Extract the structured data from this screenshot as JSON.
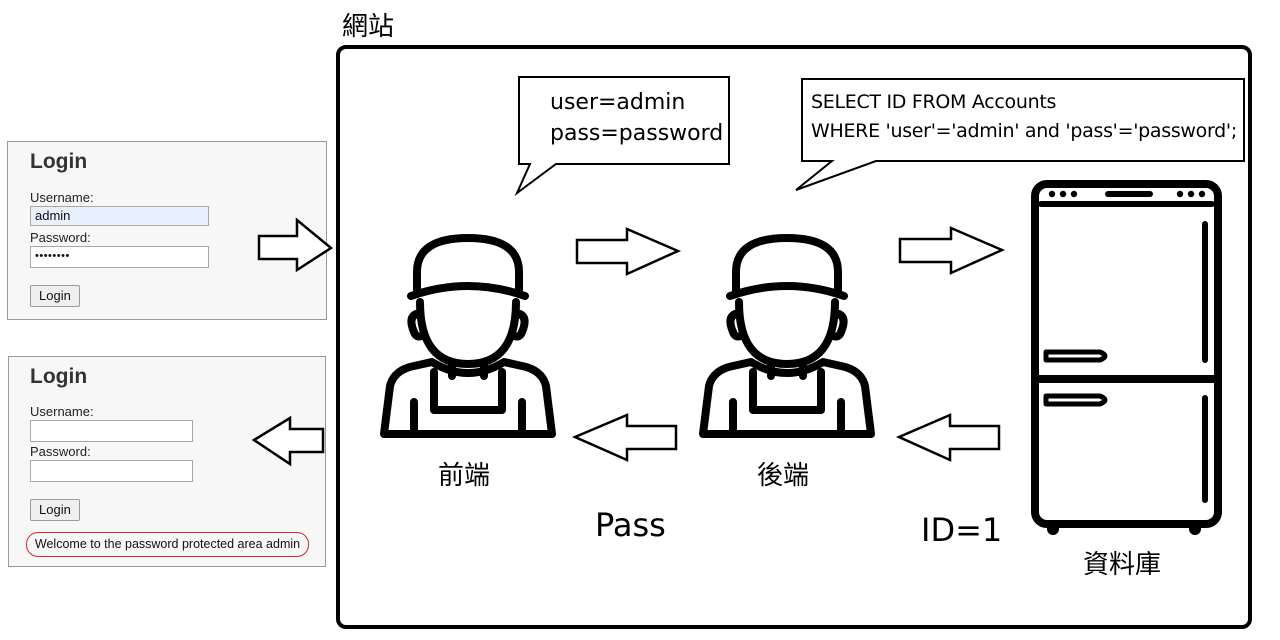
{
  "site": {
    "title": "網站"
  },
  "login_before": {
    "title": "Login",
    "username_label": "Username:",
    "username_value": "admin",
    "password_label": "Password:",
    "password_value": "••••••••",
    "button_label": "Login"
  },
  "login_after": {
    "title": "Login",
    "username_label": "Username:",
    "username_value": "",
    "password_label": "Password:",
    "password_value": "",
    "button_label": "Login",
    "welcome_message": "Welcome to the password protected area admin"
  },
  "nodes": {
    "frontend": "前端",
    "backend": "後端",
    "database": "資料庫"
  },
  "bubbles": {
    "request_lines": [
      "user=admin",
      "pass=password"
    ],
    "sql_lines": [
      "SELECT ID FROM Accounts",
      "WHERE 'user'='admin' and 'pass'='password';"
    ]
  },
  "results": {
    "backend_to_frontend": "Pass",
    "db_to_backend": "ID=1"
  },
  "colors": {
    "stroke": "#000000",
    "highlight_border": "#d9262b",
    "autofill_bg": "#e8f0fe"
  }
}
